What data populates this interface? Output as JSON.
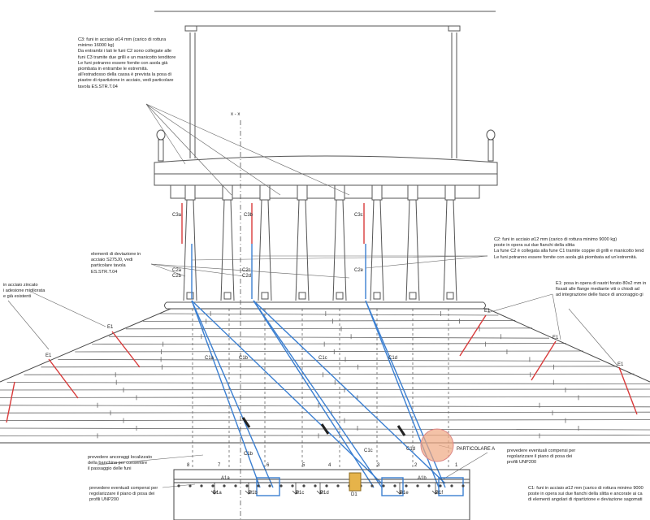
{
  "notes": {
    "c3": [
      "C3: funi in acciaio ø14 mm (carico di rottura",
      "minimo 16000 kg)",
      "Da entrambi i lati le funi C2 sono collegate alle",
      "funi C3 tramite due grilli e un manicotto tenditore",
      "Le funi potranno essere fornite con asola già",
      "piombata in entrambe le estremità.",
      "all'estradosso della cassa è prevista la posa di",
      "piastre di ripartizione in acciaio, vedi particolare",
      "tavola ES.STR.T.04"
    ],
    "deviazione": [
      "elementi di deviazione in",
      "acciaio S275J0, vedi",
      "particolare tavola",
      "ES.STR.T.04"
    ],
    "c2": [
      "C2: funi in acciaio ø12 mm (carico di rottura minimo 9000 kg)",
      "poste in opera sui due fianchi della slitta",
      "La fune C2 è collegata alla fune C1 tramite coppie di grilli e manicotto tend",
      "Le funi potranno essere fornite con asola già piombata ad un'estremità."
    ],
    "e1": [
      "E1: posa in opera di nastri forato 80x2 mm in",
      "fissati alle flange mediante viti o chiodi ad",
      "ad integrazione delle fasce di ancoraggio gi"
    ],
    "left": [
      "in acciaio zincato",
      "i adesione migliorata",
      "e già esistenti"
    ],
    "ancoraggi": [
      "prevedere ancoraggi localizzato",
      "della banchina per consentire",
      "il passaggio delle funi"
    ],
    "compensi_right": [
      "prevedere eventuali compensi per",
      "regolarizzare il piano di posa dei",
      "profili UNP200"
    ],
    "compensi_left": [
      "prevedere eventuali compensi per",
      "regolarizzare il piano di posa dei",
      "profili UNP200"
    ],
    "c1": [
      "C1: funi in acciaio ø12 mm (carico di rottura minimo 9000",
      "poste in opera sui due fianchi della slitta e ancorate ai ca",
      "di elementi angolari di ripartizione e deviazione sagomati"
    ]
  },
  "labels": {
    "particolare": "PARTICOLARE A",
    "axis": "x - x",
    "e1": "E1",
    "c3a": "C3a",
    "c3b": "C3b",
    "c3c": "C3c",
    "c2a": "C2a",
    "c2b": "C2b",
    "c2c": "C2c",
    "c2d": "C2d",
    "c2e": "C2e",
    "c1a": "C1a",
    "c1b": "C1b",
    "c1c": "C1c",
    "c1d": "C1d",
    "b1a": "B1a",
    "b1b": "B1b",
    "b1c": "B1c",
    "b1d": "B1d",
    "b1e": "B1e",
    "b1f": "B1f",
    "d1": "D1",
    "a1a": "A1a",
    "a1b": "A1b",
    "n8": "8",
    "n7": "7",
    "n6": "6",
    "n5": "5",
    "n4": "4",
    "n3": "3",
    "n2": "2",
    "n1": "1"
  },
  "colors": {
    "cable": "#3b7fd1",
    "red": "#d83a3a",
    "line": "#444444",
    "particolare": "#f0a882"
  }
}
